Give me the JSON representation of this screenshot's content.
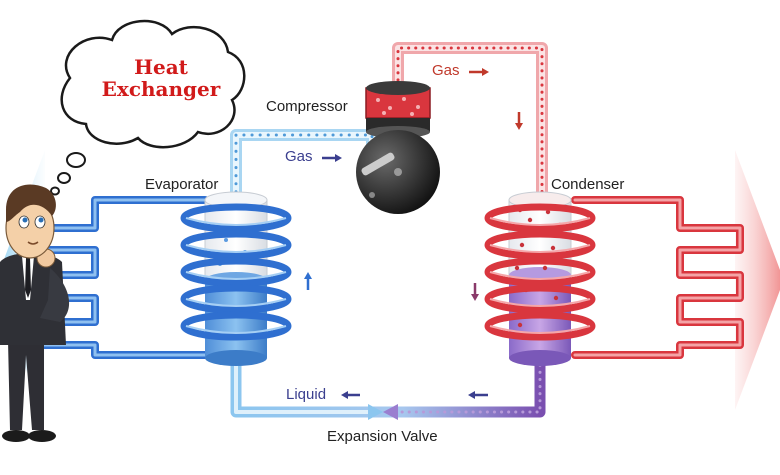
{
  "thought_bubble": {
    "line1": "Heat",
    "line2": "Exchanger"
  },
  "labels": {
    "compressor": "Compressor",
    "evaporator": "Evaporator",
    "condenser": "Condenser",
    "expansion_valve": "Expansion Valve",
    "gas_top": "Gas",
    "gas_left": "Gas",
    "liquid": "Liquid"
  },
  "colors": {
    "hot": "#d9363e",
    "cold": "#2f6fd0",
    "mixed": "#7a4fb0",
    "thought_text": "#d11a1a"
  },
  "icons": [
    "thinking-man-icon",
    "arrow-right-icon",
    "arrow-down-icon",
    "arrow-up-icon",
    "arrow-left-icon"
  ]
}
